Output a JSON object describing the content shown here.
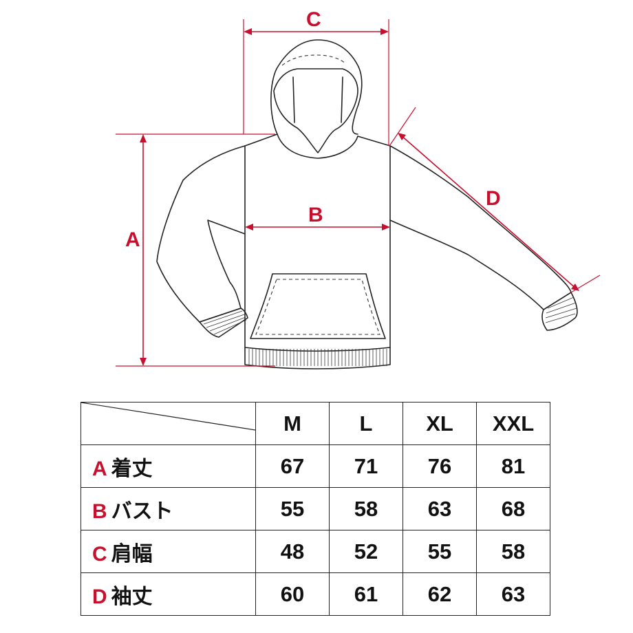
{
  "dimension_letters": {
    "a": "A",
    "b": "B",
    "c": "C",
    "d": "D"
  },
  "table": {
    "sizes": [
      "M",
      "L",
      "XL",
      "XXL"
    ],
    "rows": [
      {
        "letter": "A",
        "label": "着丈",
        "values": [
          "67",
          "71",
          "76",
          "81"
        ]
      },
      {
        "letter": "B",
        "label": "バスト",
        "values": [
          "55",
          "58",
          "63",
          "68"
        ]
      },
      {
        "letter": "C",
        "label": "肩幅",
        "values": [
          "48",
          "52",
          "55",
          "58"
        ]
      },
      {
        "letter": "D",
        "label": "袖丈",
        "values": [
          "60",
          "61",
          "62",
          "63"
        ]
      }
    ]
  },
  "colors": {
    "accent": "#c8102e",
    "line": "#222222"
  }
}
